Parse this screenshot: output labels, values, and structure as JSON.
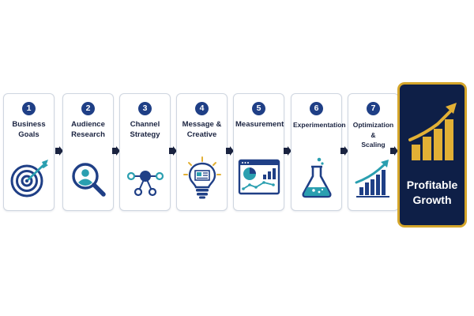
{
  "steps": [
    {
      "number": "1",
      "label": "Business\nGoals",
      "icon": "target-icon"
    },
    {
      "number": "2",
      "label": "Audience\nResearch",
      "icon": "magnifier-user-icon"
    },
    {
      "number": "3",
      "label": "Channel\nStrategy",
      "icon": "network-icon"
    },
    {
      "number": "4",
      "label": "Message &\nCreative",
      "icon": "lightbulb-icon"
    },
    {
      "number": "5",
      "label": "Measurement",
      "icon": "dashboard-icon"
    },
    {
      "number": "6",
      "label": "Experimentation",
      "icon": "flask-icon"
    },
    {
      "number": "7",
      "label": "Optimization &\nScaling",
      "icon": "growth-chart-icon"
    }
  ],
  "final": {
    "label": "Profitable\nGrowth",
    "icon": "gold-bar-chart-icon"
  },
  "colors": {
    "navy": "#1f3f86",
    "dark_navy": "#0e1f47",
    "teal": "#2a9fb0",
    "gold": "#e2b035",
    "card_border": "#cfd6e0"
  }
}
